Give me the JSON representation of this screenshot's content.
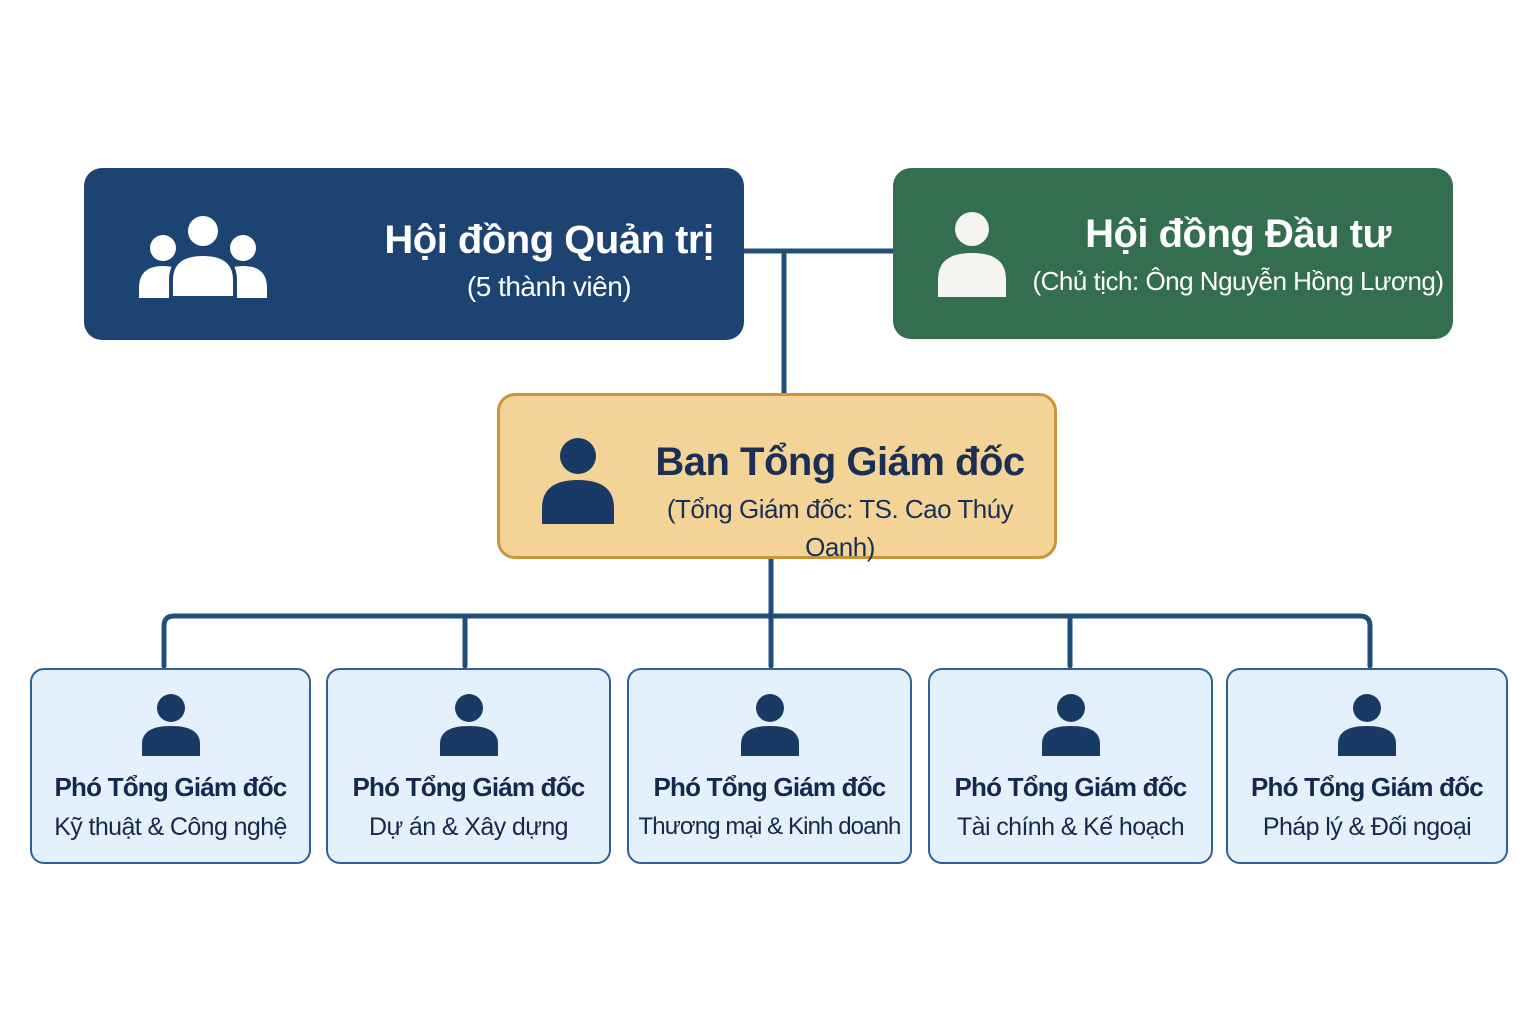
{
  "colors": {
    "board": "#1c4372",
    "invest": "#336e4e",
    "ceo_fill": "#f3d496",
    "ceo_border": "#c9953a",
    "deputy_fill": "#e4f0fb",
    "deputy_border": "#2f6195",
    "connector": "#1f4e78"
  },
  "board": {
    "title": "Hội đồng Quản trị",
    "subtitle": "(5 thành viên)",
    "icon": "group-icon"
  },
  "invest": {
    "title": "Hội đồng Đầu tư",
    "subtitle": "(Chủ tịch: Ông Nguyễn Hồng Lương)",
    "icon": "person-icon"
  },
  "ceo": {
    "title": "Ban Tổng Giám đốc",
    "subtitle": "(Tổng Giám đốc: TS. Cao Thúy Oanh)",
    "icon": "person-icon"
  },
  "deputies": [
    {
      "title": "Phó Tổng Giám đốc",
      "area": "Kỹ thuật & Công nghệ"
    },
    {
      "title": "Phó Tổng Giám đốc",
      "area": "Dự án & Xây dựng"
    },
    {
      "title": "Phó Tổng Giám đốc",
      "area": "Thương mại & Kinh doanh"
    },
    {
      "title": "Phó Tổng Giám đốc",
      "area": "Tài chính & Kế hoạch"
    },
    {
      "title": "Phó Tổng Giám đốc",
      "area": "Pháp lý & Đối ngoại"
    }
  ]
}
